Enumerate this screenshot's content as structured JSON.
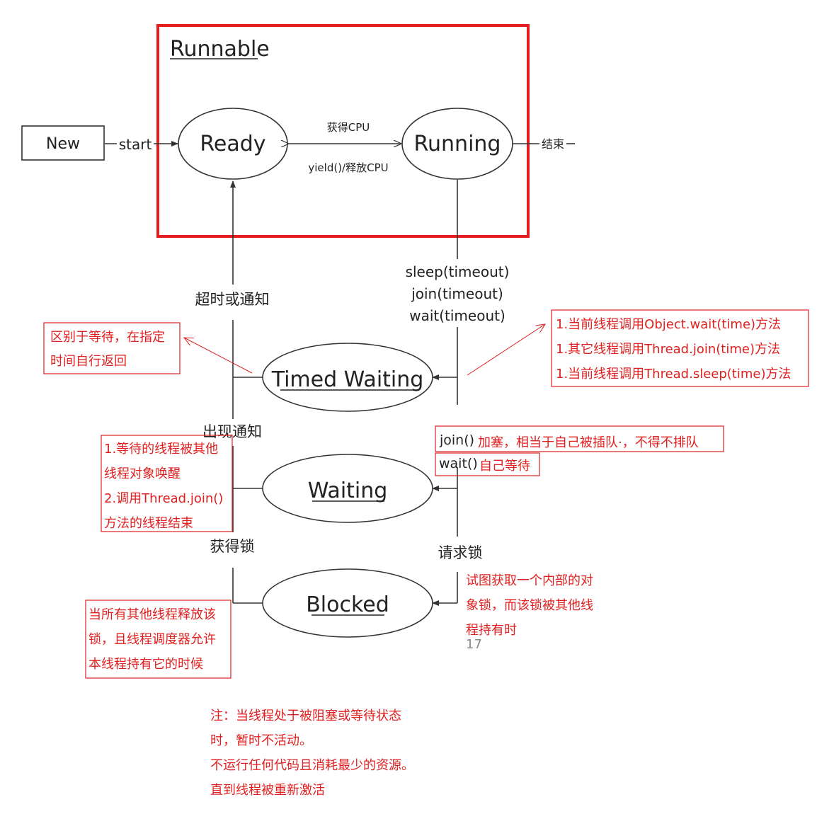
{
  "runnable_title": "Runnable",
  "states": {
    "new": "New",
    "ready": "Ready",
    "running": "Running",
    "timed_waiting": "Timed Waiting",
    "waiting": "Waiting",
    "blocked": "Blocked"
  },
  "transitions": {
    "start": "start",
    "get_cpu": "获得CPU",
    "yield": "yield()/释放CPU",
    "end": "结束",
    "timeout_or_notify": "超时或通知",
    "sleep_timeout": "sleep(timeout)",
    "join_timeout": "join(timeout)",
    "wait_timeout": "wait(timeout)",
    "notify_appears": "出现通知",
    "get_lock": "获得锁",
    "request_lock": "请求锁"
  },
  "notes": {
    "timed_waiting_desc": [
      "区别于等待，在指定",
      "时间自行返回"
    ],
    "timed_waiting_causes": [
      "1.当前线程调用Object.wait(time)方法",
      "1.其它线程调用Thread.join(time)方法",
      "1.当前线程调用Thread.sleep(time)方法"
    ],
    "waiting_exit": [
      "1.等待的线程被其他",
      "线程对象唤醒",
      "2.调用Thread.join()",
      "方法的线程结束"
    ],
    "join_code": "join()",
    "join_desc": "加塞，相当于自己被插队·，不得不排队",
    "wait_code": "wait()",
    "wait_desc": "自己等待",
    "blocked_enter": [
      "试图获取一个内部的对",
      "象锁，而该锁被其他线",
      "程持有时"
    ],
    "blocked_exit": [
      "当所有其他线程释放该",
      "锁，且线程调度器允许",
      "本线程持有它的时候"
    ],
    "footnote": [
      "注：当线程处于被阻塞或等待状态",
      "时，暂时不活动。",
      "不运行任何代码且消耗最少的资源。",
      "直到线程被重新激活"
    ]
  },
  "page_number": "17",
  "colors": {
    "runnable_border": "#e41e1e",
    "annotation": "#e02020",
    "line": "#333333"
  }
}
